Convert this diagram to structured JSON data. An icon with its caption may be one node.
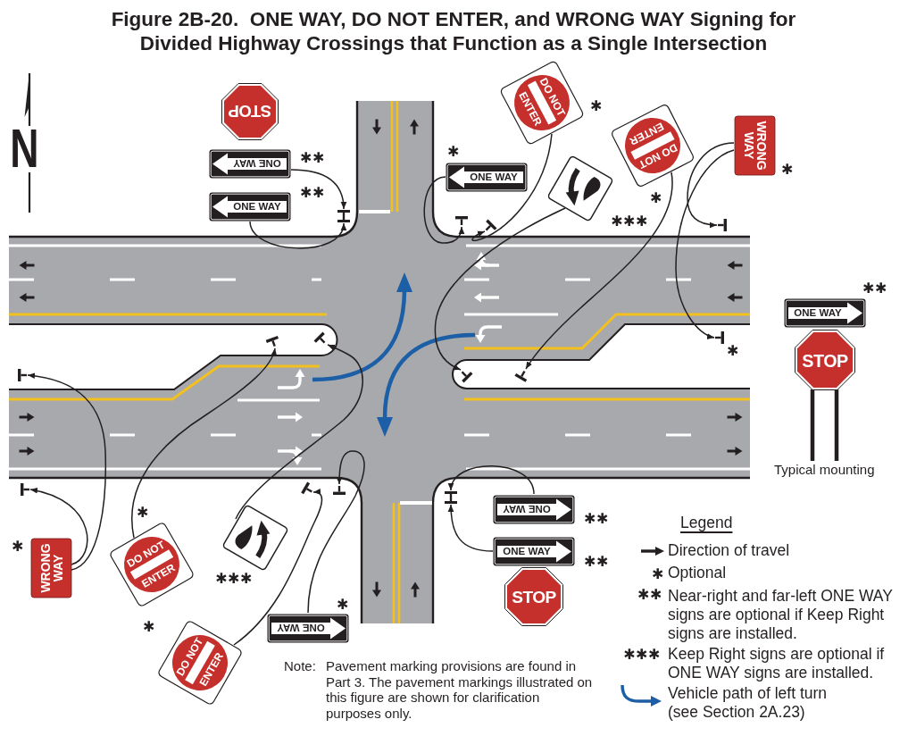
{
  "diagram": {
    "title": "Figure 2B-20.  ONE WAY, DO NOT ENTER, and WRONG WAY Signing for Divided Highway Crossings that Function as a Single Intersection",
    "nodes": [
      {
        "text": [
          "STOP"
        ]
      },
      {
        "text": [
          "ONE WAY"
        ],
        "beside": [
          "✱✱"
        ]
      },
      {
        "text": [
          "ONE WAY"
        ],
        "beside": [
          "✱✱"
        ]
      },
      {
        "text": [
          "ONE WAY"
        ],
        "beside": [
          "✱"
        ]
      },
      {
        "text": [
          "DO NOT",
          "ENTER"
        ],
        "beside": [
          "✱"
        ]
      },
      {
        "text": [],
        "shape": "picture",
        "beside": [
          "✱✱✱"
        ]
      },
      {
        "text": [
          "DO NOT",
          "ENTER"
        ],
        "beside": [
          "✱"
        ]
      },
      {
        "text": [
          "WRONG WAY"
        ],
        "beside": [
          "✱"
        ]
      },
      {
        "text": [
          "ONE WAY"
        ],
        "beside": [
          "✱✱"
        ]
      },
      {
        "text": [
          "STOP"
        ]
      },
      {
        "text": [
          "WRONG WAY"
        ],
        "beside": [
          "✱"
        ]
      },
      {
        "text": [
          "DO NOT",
          "ENTER"
        ],
        "beside": [
          "✱"
        ]
      },
      {
        "text": [],
        "shape": "picture",
        "beside": [
          "✱✱✱"
        ]
      },
      {
        "text": [
          "ONE WAY"
        ],
        "beside": [
          "✱✱"
        ]
      },
      {
        "text": [
          "ONE WAY"
        ],
        "beside": [
          "✱✱"
        ]
      },
      {
        "text": [
          "STOP"
        ]
      },
      {
        "text": [
          "DO NOT",
          "ENTER"
        ],
        "beside": [
          "✱"
        ]
      },
      {
        "text": [
          "ONE WAY"
        ],
        "beside": [
          "✱"
        ]
      },
      {
        "text": [],
        "shape": "bar"
      },
      {
        "text": [],
        "shape": "bar"
      },
      {
        "text": [],
        "shape": "bar"
      },
      {
        "text": [],
        "shape": "bar"
      },
      {
        "text": [],
        "shape": "bar",
        "beside": [
          "✱"
        ]
      },
      {
        "text": [],
        "shape": "bar"
      },
      {
        "text": [],
        "shape": "bar"
      },
      {
        "text": [],
        "shape": "bar"
      },
      {
        "text": [],
        "shape": "bar"
      },
      {
        "text": [],
        "shape": "bar"
      },
      {
        "text": [],
        "shape": "bar"
      },
      {
        "text": [],
        "shape": "bar"
      },
      {
        "text": [],
        "shape": "bar"
      },
      {
        "text": [],
        "shape": "bar"
      }
    ],
    "edges": [
      {
        "from": 1,
        "to": 18,
        "arrow": "to"
      },
      {
        "from": 2,
        "to": 18,
        "arrow": "to"
      },
      {
        "from": 3,
        "to": 19,
        "arrow": "to"
      },
      {
        "from": 4,
        "to": 20,
        "arrow": "to"
      },
      {
        "from": 5,
        "to": 26,
        "arrow": "to"
      },
      {
        "from": 6,
        "to": 27,
        "arrow": "to"
      },
      {
        "from": 7,
        "to": 21,
        "arrow": "to"
      },
      {
        "from": 7,
        "to": 22,
        "arrow": "to"
      },
      {
        "from": 10,
        "to": 28,
        "arrow": "to"
      },
      {
        "from": 10,
        "to": 25,
        "arrow": "to"
      },
      {
        "from": 11,
        "to": 23,
        "arrow": "to"
      },
      {
        "from": 12,
        "to": 24,
        "arrow": "to"
      },
      {
        "from": 13,
        "to": 31,
        "arrow": "to"
      },
      {
        "from": 14,
        "to": 31,
        "arrow": "to"
      },
      {
        "from": 16,
        "to": 29,
        "arrow": "to"
      },
      {
        "from": 17,
        "to": 30,
        "arrow": "to"
      }
    ],
    "labels": [
      "N",
      "Typical mounting",
      "Legend",
      "✱",
      "✱✱",
      "✱✱✱",
      "Note:",
      "Pavement marking provisions are found in Part 3. The pavement markings illustrated on this figure are shown for clarification purposes only."
    ],
    "legend": [
      {
        "text": "Direction of travel"
      },
      {
        "text": "Optional"
      },
      {
        "text": "Near-right and far-left ONE WAY signs are optional if Keep Right signs are installed."
      },
      {
        "text": "Keep Right signs are optional if ONE WAY signs are installed."
      },
      {
        "text": "Vehicle path of left turn (see Section 2A.23)"
      }
    ]
  }
}
